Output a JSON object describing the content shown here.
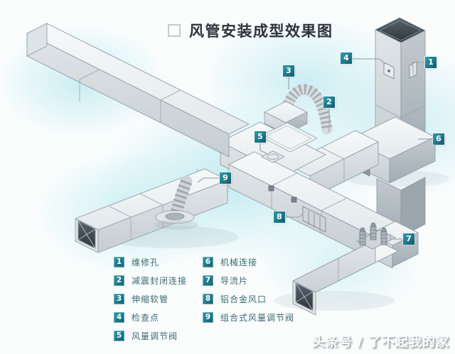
{
  "title": {
    "text": "风管安装成型效果图"
  },
  "markers": [
    {
      "num": "1"
    },
    {
      "num": "2"
    },
    {
      "num": "3"
    },
    {
      "num": "4"
    },
    {
      "num": "5"
    },
    {
      "num": "6"
    },
    {
      "num": "7"
    },
    {
      "num": "8"
    },
    {
      "num": "9"
    }
  ],
  "legend": {
    "left": [
      {
        "num": "1",
        "label": "维修孔"
      },
      {
        "num": "2",
        "label": "减震封闭连接"
      },
      {
        "num": "3",
        "label": "伸缩软管"
      },
      {
        "num": "4",
        "label": "检查点"
      },
      {
        "num": "5",
        "label": "风量调节阀"
      }
    ],
    "right": [
      {
        "num": "6",
        "label": "机械连接"
      },
      {
        "num": "7",
        "label": "导流片"
      },
      {
        "num": "8",
        "label": "铝合金风口"
      },
      {
        "num": "9",
        "label": "组合式风量调节阀"
      }
    ]
  },
  "watermark": "头条号 / 了不起我的家",
  "colors": {
    "marker_teal": "#1c7b8c",
    "legend_text": "#3a6a74",
    "glow_cyan": "#c9edf2",
    "duct_light": "#f2f6f7",
    "duct_mid": "#d9dee2",
    "duct_dark": "#a9b3ba"
  }
}
